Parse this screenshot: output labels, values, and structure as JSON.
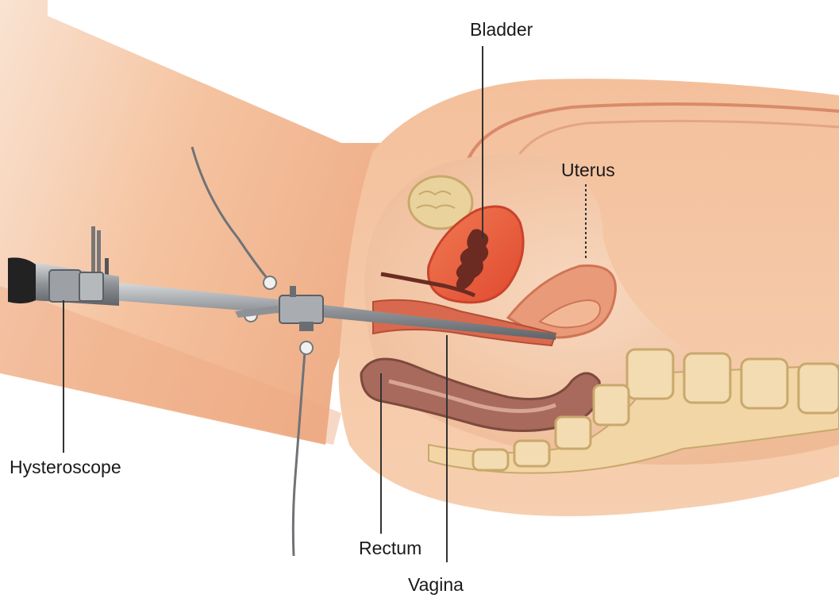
{
  "labels": {
    "bladder": "Bladder",
    "uterus": "Uterus",
    "hysteroscope": "Hysteroscope",
    "rectum": "Rectum",
    "vagina": "Vagina"
  },
  "colors": {
    "skin": "#f6c7a3",
    "skin_dark": "#eeb48f",
    "interior": "#f3c9a8",
    "bladder_fill": "#e8563a",
    "bladder_core": "#6b2b22",
    "uterus_fill": "#e99a78",
    "rectum_fill": "#a86a5c",
    "vertebra": "#f2d6a5",
    "pubic_bone": "#e9d29c",
    "instrument": "#8e9296",
    "eyepiece": "#222222"
  }
}
